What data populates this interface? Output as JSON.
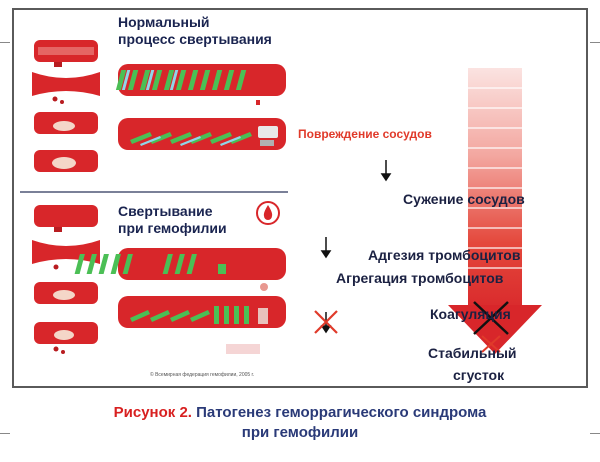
{
  "normal": {
    "title_line1": "Нормальный",
    "title_line2": "процесс свертывания"
  },
  "hemophilia": {
    "title_line1": "Свертывание",
    "title_line2": "при гемофилии"
  },
  "cascade": {
    "damage": "Повреждение сосудов",
    "step_narrowing": "Сужение сосудов",
    "step_adhesion": "Адгезия тромбоцитов",
    "step_aggregation": "Агрегация тромбоцитов",
    "step_coagulation": "Коагуляция",
    "step_clot_line1": "Стабильный",
    "step_clot_line2": "сгусток"
  },
  "credit": "© Всемирная федерация гемофилии, 2005 г.",
  "caption": {
    "figure_label": "Рисунок 2.",
    "line1": "Патогенез геморрагического синдрома",
    "line2": "при гемофилии"
  },
  "colors": {
    "vessel_red": "#d8262a",
    "platelet_green": "#4bbf55",
    "platelet_blue": "#8fd6e8",
    "text_navy": "#1b2142",
    "accent_red": "#e03a2a"
  },
  "icons": {
    "blood_drop": "blood-drop-icon",
    "cross": "cross-icon",
    "arrow": "arrow-down-icon"
  }
}
